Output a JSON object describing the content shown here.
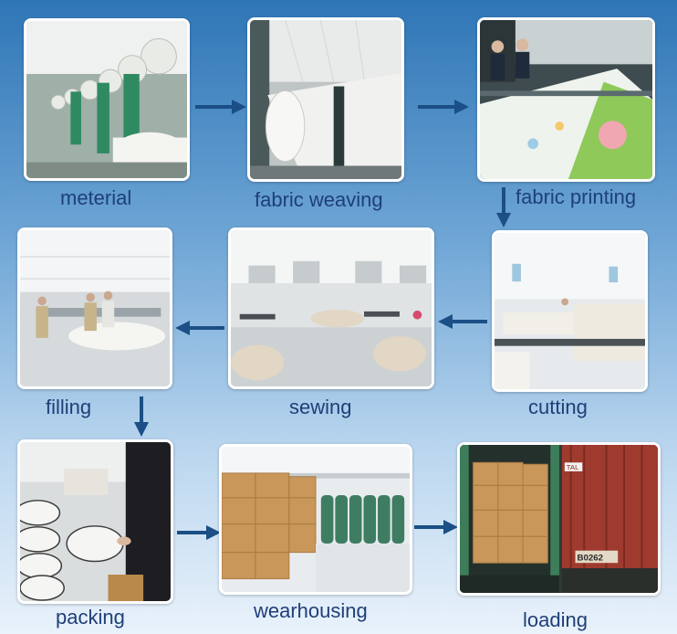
{
  "steps": [
    {
      "id": "material",
      "label": "meterial"
    },
    {
      "id": "weaving",
      "label": "fabric weaving"
    },
    {
      "id": "printing",
      "label": "fabric printing"
    },
    {
      "id": "cutting",
      "label": "cutting"
    },
    {
      "id": "sewing",
      "label": "sewing"
    },
    {
      "id": "filling",
      "label": "filling"
    },
    {
      "id": "packing",
      "label": "packing"
    },
    {
      "id": "warehousing",
      "label": "wearhousing"
    },
    {
      "id": "loading",
      "label": "loading"
    }
  ],
  "container_text": {
    "owner_code": "TAL",
    "container_number": "B0262"
  },
  "colors": {
    "arrow": "#1b4f86",
    "label": "#1f3f78",
    "frame": "#ffffff"
  }
}
